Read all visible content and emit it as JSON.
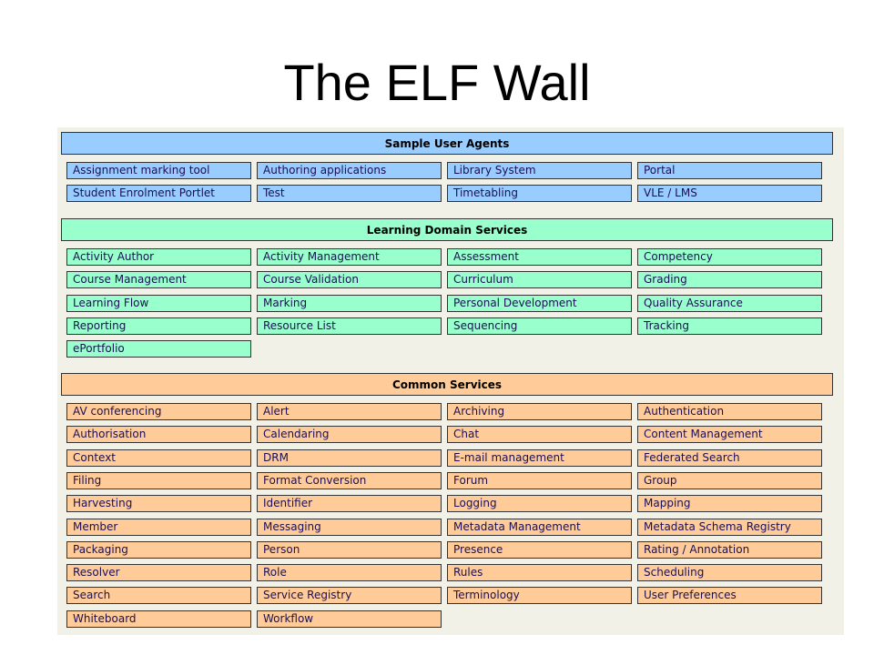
{
  "title": "The ELF Wall",
  "colors": {
    "agents": "#99ccff",
    "learning": "#99ffcc",
    "common": "#ffcc99",
    "panel": "#f2f1e8",
    "cell_text": "#1a0f55"
  },
  "sections": [
    {
      "id": "agents",
      "header": "Sample User Agents",
      "items": [
        "Assignment marking tool",
        "Authoring applications",
        "Library System",
        "Portal",
        "Student Enrolment Portlet",
        "Test",
        "Timetabling",
        "VLE / LMS"
      ]
    },
    {
      "id": "learning",
      "header": "Learning Domain Services",
      "items": [
        "Activity Author",
        "Activity Management",
        "Assessment",
        "Competency",
        "Course Management",
        "Course Validation",
        "Curriculum",
        "Grading",
        "Learning Flow",
        "Marking",
        "Personal Development",
        "Quality Assurance",
        "Reporting",
        "Resource List",
        "Sequencing",
        "Tracking",
        "ePortfolio"
      ]
    },
    {
      "id": "common",
      "header": "Common Services",
      "items": [
        "AV conferencing",
        "Alert",
        "Archiving",
        "Authentication",
        "Authorisation",
        "Calendaring",
        "Chat",
        "Content Management",
        "Context",
        "DRM",
        "E-mail management",
        "Federated Search",
        "Filing",
        "Format Conversion",
        "Forum",
        "Group",
        "Harvesting",
        "Identifier",
        "Logging",
        "Mapping",
        "Member",
        "Messaging",
        "Metadata Management",
        "Metadata Schema Registry",
        "Packaging",
        "Person",
        "Presence",
        "Rating / Annotation",
        "Resolver",
        "Role",
        "Rules",
        "Scheduling",
        "Search",
        "Service Registry",
        "Terminology",
        "User Preferences",
        "Whiteboard",
        "Workflow"
      ]
    }
  ]
}
